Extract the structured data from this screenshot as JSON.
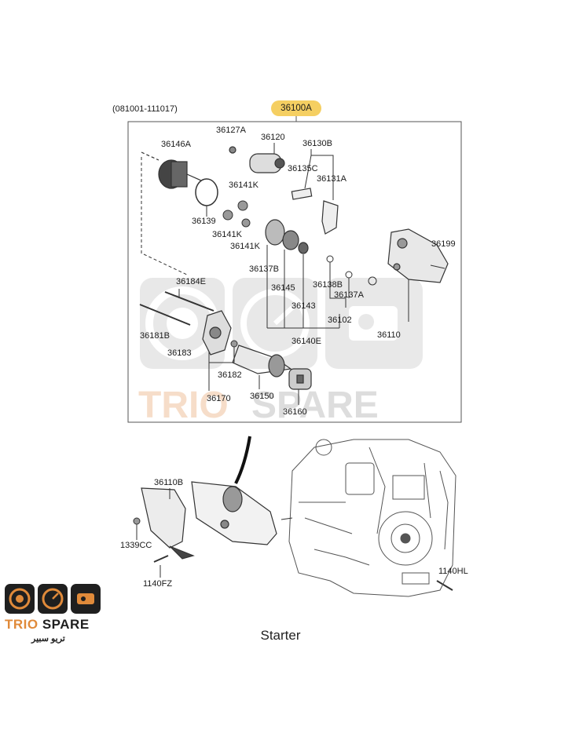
{
  "header": {
    "date_range": "(081001-111017)",
    "assembly_part": "36100A"
  },
  "labels": [
    {
      "id": "p36146A",
      "text": "36146A"
    },
    {
      "id": "p36127A",
      "text": "36127A"
    },
    {
      "id": "p36120",
      "text": "36120"
    },
    {
      "id": "p36130B",
      "text": "36130B"
    },
    {
      "id": "p36135C",
      "text": "36135C"
    },
    {
      "id": "p36131A",
      "text": "36131A"
    },
    {
      "id": "p36141K_a",
      "text": "36141K"
    },
    {
      "id": "p36139",
      "text": "36139"
    },
    {
      "id": "p36141K_b",
      "text": "36141K"
    },
    {
      "id": "p36141K_c",
      "text": "36141K"
    },
    {
      "id": "p36199",
      "text": "36199"
    },
    {
      "id": "p36137B",
      "text": "36137B"
    },
    {
      "id": "p36145",
      "text": "36145"
    },
    {
      "id": "p36138B",
      "text": "36138B"
    },
    {
      "id": "p36137A",
      "text": "36137A"
    },
    {
      "id": "p36143",
      "text": "36143"
    },
    {
      "id": "p36102",
      "text": "36102"
    },
    {
      "id": "p36184E",
      "text": "36184E"
    },
    {
      "id": "p36181B",
      "text": "36181B"
    },
    {
      "id": "p36183",
      "text": "36183"
    },
    {
      "id": "p36140E",
      "text": "36140E"
    },
    {
      "id": "p36110",
      "text": "36110"
    },
    {
      "id": "p36182",
      "text": "36182"
    },
    {
      "id": "p36170",
      "text": "36170"
    },
    {
      "id": "p36150",
      "text": "36150"
    },
    {
      "id": "p36160",
      "text": "36160"
    },
    {
      "id": "p36110B",
      "text": "36110B"
    },
    {
      "id": "p1339CC",
      "text": "1339CC"
    },
    {
      "id": "p1140FZ",
      "text": "1140FZ"
    },
    {
      "id": "p1140HL",
      "text": "1140HL"
    }
  ],
  "caption": "Starter",
  "brand": {
    "name_part1": "TRIO",
    "name_part2": "SPARE",
    "arabic": "تريو سبير"
  },
  "colors": {
    "badge": "#f5cf62",
    "brand_orange": "#e08a3a",
    "brand_dark": "#1f1f1f",
    "line": "#333333"
  }
}
